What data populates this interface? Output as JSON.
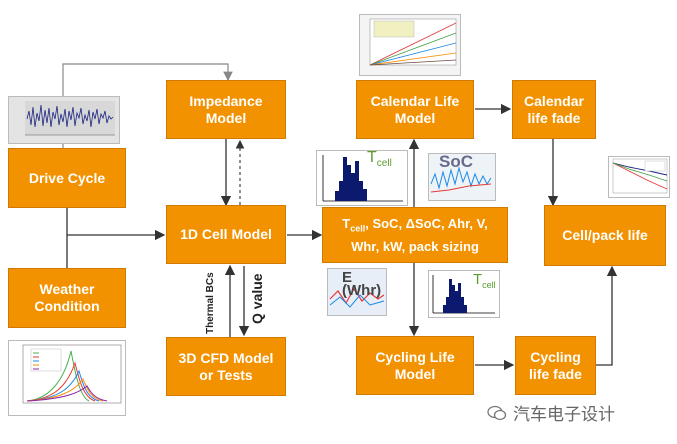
{
  "boxes": {
    "drive_cycle": "Drive Cycle",
    "weather": "Weather\nCondition",
    "impedance": "Impedance\nModel",
    "cell_1d": "1D Cell Model",
    "cfd": "3D CFD Model\nor Tests",
    "outputs_line1_prefix": "T",
    "outputs_line1_sub": "cell",
    "outputs_line1_rest": ", SoC, ΔSoC, Ahr, V,",
    "outputs_line2": "Whr, kW, pack sizing",
    "calendar_life": "Calendar  Life\nModel",
    "calendar_fade": "Calendar\nlife fade",
    "cycling_life": "Cycling  Life\nModel",
    "cycling_fade": "Cycling\nlife fade",
    "cell_pack_life": "Cell/pack life"
  },
  "labels": {
    "thermal_bcs": "Thermal BCs",
    "q_value": "Q value",
    "tcell_T": "T",
    "tcell_sub": "cell",
    "soc": "SoC",
    "e_whr": "E\n(Whr)",
    "corner_text": "......"
  },
  "watermark": "汽车电子设计",
  "colors": {
    "box_fill": "#f39200",
    "box_text": "#ffffff",
    "arrow": "#333333",
    "tcell_green": "#5a9e2f",
    "hist_bar": "#0b1a6e"
  }
}
